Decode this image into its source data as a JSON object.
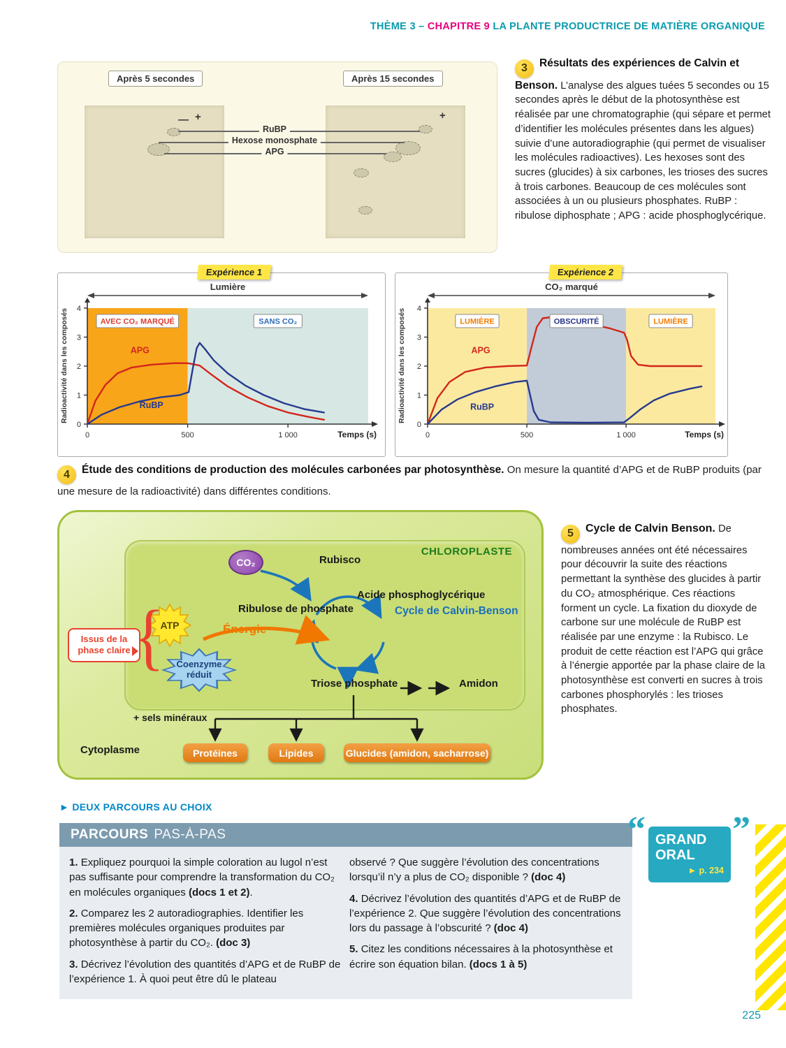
{
  "header": {
    "theme": "THÈME 3 – ",
    "chapter": "CHAPITRE 9 ",
    "title": "LA PLANTE PRODUCTRICE DE MATIÈRE ORGANIQUE"
  },
  "page_number": "225",
  "doc3": {
    "number": "3",
    "title": "Résultats des expériences de Calvin et Benson.",
    "body": "L’analyse des algues tuées 5 secondes ou 15 secondes après le début de la photosynthèse est réalisée par une chromatographie (qui sépare et permet d’identifier les molécules présentes dans les algues) suivie d’une autoradiographie (qui permet de visualiser les molécules radioactives). Les hexoses sont des sucres (glucides) à six carbones, les trioses des sucres à trois carbones. Beaucoup de ces molécules sont associées à un ou plusieurs phosphates. RuBP : ribulose diphosphate ; APG : acide phosphoglycérique.",
    "figure": {
      "left_panel_label": "Après 5 secondes",
      "right_panel_label": "Après 15 secondes",
      "minus_sign": "—",
      "plus_sign": "+",
      "molecules": [
        "RuBP",
        "Hexose monosphate",
        "APG"
      ]
    }
  },
  "doc4": {
    "number": "4",
    "title": "Étude des conditions de production des molécules carbonées par photosynthèse.",
    "body": " On mesure la quantité d’APG et de RuBP produits (par une mesure de la radioactivité) dans différentes conditions."
  },
  "chart_data": [
    {
      "type": "line",
      "title": "Expérience 1",
      "top_arrow_label": "Lumière",
      "ylabel": "Radioactivité dans les composés",
      "xlabel": "Temps (s)",
      "ylim": [
        0,
        4
      ],
      "yticks": [
        0,
        1,
        2,
        3,
        4
      ],
      "xticks": [
        {
          "v": 0,
          "label": "0"
        },
        {
          "v": 500,
          "label": "500"
        },
        {
          "v": 1000,
          "label": "1 000"
        }
      ],
      "regions": [
        {
          "from": 0,
          "to": 500,
          "color": "#F9A51A",
          "label": "AVEC CO₂ MARQUÉ",
          "label_color": "#E03A2F"
        },
        {
          "from": 500,
          "to": 1400,
          "color": "#D7E8E4",
          "label": "SANS CO₂",
          "label_color": "#2B6CB8"
        }
      ],
      "series": [
        {
          "name": "APG",
          "color": "#D3261B",
          "label_at": [
            215,
            2.45
          ],
          "points": [
            [
              0,
              0
            ],
            [
              40,
              0.8
            ],
            [
              90,
              1.35
            ],
            [
              150,
              1.75
            ],
            [
              220,
              1.95
            ],
            [
              320,
              2.05
            ],
            [
              430,
              2.1
            ],
            [
              500,
              2.1
            ],
            [
              560,
              2.02
            ],
            [
              620,
              1.7
            ],
            [
              700,
              1.3
            ],
            [
              800,
              0.92
            ],
            [
              900,
              0.62
            ],
            [
              1000,
              0.4
            ],
            [
              1100,
              0.25
            ],
            [
              1180,
              0.15
            ]
          ]
        },
        {
          "name": "RuBP",
          "color": "#273A8E",
          "label_at": [
            260,
            0.55
          ],
          "points": [
            [
              0,
              0
            ],
            [
              70,
              0.32
            ],
            [
              160,
              0.58
            ],
            [
              260,
              0.78
            ],
            [
              360,
              0.92
            ],
            [
              460,
              1.0
            ],
            [
              505,
              1.1
            ],
            [
              525,
              1.9
            ],
            [
              545,
              2.62
            ],
            [
              560,
              2.8
            ],
            [
              585,
              2.6
            ],
            [
              630,
              2.2
            ],
            [
              700,
              1.75
            ],
            [
              790,
              1.32
            ],
            [
              880,
              1.0
            ],
            [
              980,
              0.72
            ],
            [
              1080,
              0.52
            ],
            [
              1180,
              0.4
            ]
          ]
        }
      ]
    },
    {
      "type": "line",
      "title": "Expérience 2",
      "top_arrow_label": "CO₂ marqué",
      "ylabel": "Radioactivité dans les composés",
      "xlabel": "Temps (s)",
      "ylim": [
        0,
        4
      ],
      "yticks": [
        0,
        1,
        2,
        3,
        4
      ],
      "xticks": [
        {
          "v": 0,
          "label": "0"
        },
        {
          "v": 500,
          "label": "500"
        },
        {
          "v": 1000,
          "label": "1 000"
        }
      ],
      "regions": [
        {
          "from": 0,
          "to": 500,
          "color": "#FCE9A0",
          "label": "LUMIÈRE",
          "label_color": "#F07E00"
        },
        {
          "from": 500,
          "to": 1000,
          "color": "#C2CCD8",
          "label": "OBSCURITÉ",
          "label_color": "#27348B"
        },
        {
          "from": 1000,
          "to": 1450,
          "color": "#FCE9A0",
          "label": "LUMIÈRE",
          "label_color": "#F07E00"
        }
      ],
      "series": [
        {
          "name": "APG",
          "color": "#D3261B",
          "label_at": [
            220,
            2.45
          ],
          "points": [
            [
              0,
              0
            ],
            [
              50,
              0.9
            ],
            [
              110,
              1.45
            ],
            [
              190,
              1.8
            ],
            [
              290,
              1.95
            ],
            [
              400,
              2.0
            ],
            [
              500,
              2.02
            ],
            [
              525,
              2.7
            ],
            [
              550,
              3.35
            ],
            [
              580,
              3.65
            ],
            [
              640,
              3.7
            ],
            [
              720,
              3.6
            ],
            [
              820,
              3.45
            ],
            [
              920,
              3.3
            ],
            [
              990,
              3.15
            ],
            [
              1005,
              2.9
            ],
            [
              1025,
              2.35
            ],
            [
              1060,
              2.05
            ],
            [
              1120,
              2.0
            ],
            [
              1250,
              2.0
            ],
            [
              1380,
              2.0
            ]
          ]
        },
        {
          "name": "RuBP",
          "color": "#273A8E",
          "label_at": [
            215,
            0.5
          ],
          "points": [
            [
              0,
              0
            ],
            [
              70,
              0.5
            ],
            [
              150,
              0.85
            ],
            [
              240,
              1.1
            ],
            [
              340,
              1.3
            ],
            [
              440,
              1.45
            ],
            [
              500,
              1.5
            ],
            [
              515,
              1.05
            ],
            [
              535,
              0.45
            ],
            [
              560,
              0.15
            ],
            [
              620,
              0.06
            ],
            [
              800,
              0.05
            ],
            [
              990,
              0.06
            ],
            [
              1020,
              0.22
            ],
            [
              1070,
              0.5
            ],
            [
              1140,
              0.82
            ],
            [
              1220,
              1.05
            ],
            [
              1320,
              1.22
            ],
            [
              1380,
              1.3
            ]
          ]
        }
      ]
    }
  ],
  "doc5": {
    "number": "5",
    "title": "Cycle de Calvin Benson.",
    "body": "De nombreuses années ont été nécessaires pour découvrir la suite des réactions permettant la synthèse des glucides à partir du CO₂ atmosphérique. Ces réactions forment un cycle. La fixation du dioxyde de carbone sur une molécule de RuBP est réalisée par une enzyme : la Rubisco. Le produit de cette réaction est l’APG qui grâce à l’énergie apportée par la phase claire de la photosynthèse est converti en sucres à trois carbones phosphorylés : les trioses phosphates.",
    "diagram": {
      "chloroplaste": "CHLOROPLASTE",
      "co2": "CO₂",
      "rubisco": "Rubisco",
      "apg": "Acide phosphoglycérique",
      "ribulose": "Ribulose de phosphate",
      "cycle": "Cycle de Calvin-Benson",
      "atp": "ATP",
      "energie": "Énergie",
      "coenzyme": "Coenzyme réduit",
      "issus": "Issus de la phase claire",
      "triose": "Triose phosphate",
      "amidon": "Amidon",
      "sels": "+ sels minéraux",
      "cytoplasme": "Cytoplasme",
      "outputs": [
        "Protéines",
        "Lipides",
        "Glucides (amidon, sacharrose)"
      ]
    }
  },
  "parcours": {
    "kicker_icon": "►",
    "kicker": "DEUX PARCOURS AU CHOIX",
    "bar_title": "PARCOURS",
    "bar_subtitle": "PAS-À-PAS",
    "col1": [
      [
        {
          "t": "1. ",
          "b": 1
        },
        {
          "t": "Expliquez pourquoi la simple coloration au lugol n’est pas suffisante pour comprendre la transformation du CO₂ en molécules organiques ",
          "b": 0
        },
        {
          "t": "(docs 1 et 2)",
          "b": 1
        },
        {
          "t": ".",
          "b": 0
        }
      ],
      [
        {
          "t": "2. ",
          "b": 1
        },
        {
          "t": "Comparez les 2 autoradiographies. Identifier les premières molécules organiques produites par photosynthèse à partir du CO₂. ",
          "b": 0
        },
        {
          "t": "(doc 3)",
          "b": 1
        }
      ],
      [
        {
          "t": "3. ",
          "b": 1
        },
        {
          "t": "Décrivez l’évolution des quantités d’APG et de RuBP de l’expérience 1. À quoi peut être dû le plateau",
          "b": 0
        }
      ]
    ],
    "col2": [
      [
        {
          "t": "observé ? Que suggère l’évolution des concentrations lorsqu’il n’y a plus de CO₂ disponible ? ",
          "b": 0
        },
        {
          "t": "(doc 4)",
          "b": 1
        }
      ],
      [
        {
          "t": "4. ",
          "b": 1
        },
        {
          "t": "Décrivez l’évolution des quantités d’APG et de RuBP de l’expérience 2. Que suggère l’évolution des concentrations lors du passage à l’obscurité ? ",
          "b": 0
        },
        {
          "t": "(doc 4)",
          "b": 1
        }
      ],
      [
        {
          "t": "5. ",
          "b": 1
        },
        {
          "t": "Citez les conditions nécessaires à la photosynthèse et écrire son équation bilan. ",
          "b": 0
        },
        {
          "t": "(docs 1 à 5)",
          "b": 1
        }
      ]
    ]
  },
  "grand_oral": {
    "line1": "GRAND",
    "line2": "ORAL",
    "page_ref": "► p. 234",
    "open_quote": "“",
    "close_quote": "”"
  }
}
